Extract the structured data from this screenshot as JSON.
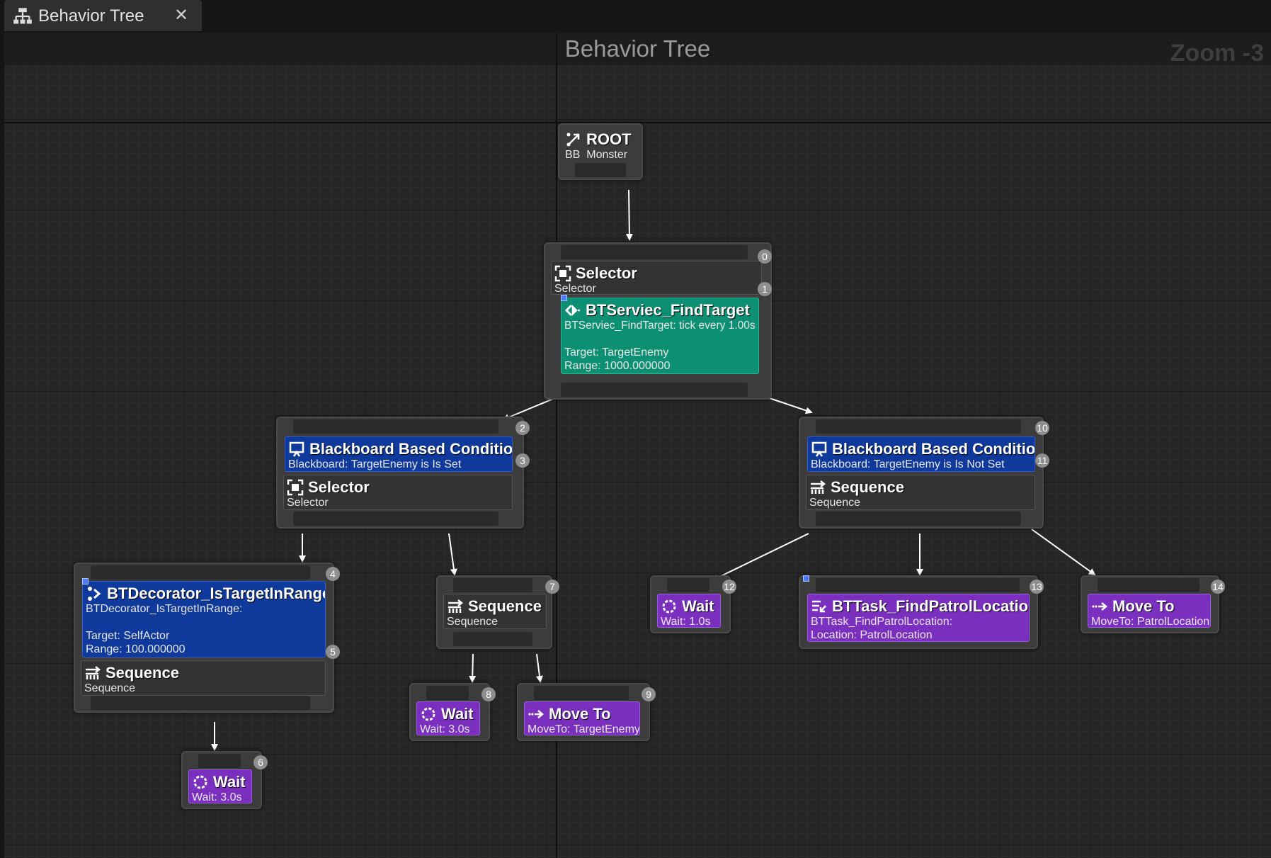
{
  "tab": {
    "title": "Behavior Tree",
    "close": "✕"
  },
  "graph": {
    "title": "Behavior Tree",
    "zoom": "Zoom -3"
  },
  "colors": {
    "task": "#7a2fbf",
    "decorator": "#0f3a9c",
    "service": "#0d8f74",
    "composite": "#333333"
  },
  "nodes": {
    "root": {
      "name": "ROOT",
      "sub": "BB_Monster",
      "icon": "root-icon"
    },
    "selector_main": {
      "name": "Selector",
      "sub": "Selector",
      "idx": "0",
      "idx2": "1",
      "icon": "selector-icon"
    },
    "service_find_target": {
      "name": "BTServiec_FindTarget",
      "line1": "BTServiec_FindTarget: tick every 1.00s",
      "line2": "Target: TargetEnemy",
      "line3": "Range: 1000.000000",
      "icon": "service-icon"
    },
    "bb_cond_set": {
      "name": "Blackboard Based Condition",
      "sub": "Blackboard: TargetEnemy is Is Set",
      "idx": "2",
      "icon": "blackboard-icon"
    },
    "selector_left": {
      "name": "Selector",
      "sub": "Selector",
      "idx": "3",
      "icon": "selector-icon"
    },
    "bb_cond_notset": {
      "name": "Blackboard Based Condition",
      "sub": "Blackboard: TargetEnemy is Is Not Set",
      "idx": "10",
      "icon": "blackboard-icon"
    },
    "sequence_right": {
      "name": "Sequence",
      "sub": "Sequence",
      "idx": "11",
      "icon": "sequence-icon"
    },
    "dec_in_range": {
      "name": "BTDecorator_IsTargetInRange",
      "line1": "BTDecorator_IsTargetInRange:",
      "line2": "Target: SelfActor",
      "line3": "Range: 100.000000",
      "idx": "4",
      "icon": "decorator-icon"
    },
    "sequence_in_range": {
      "name": "Sequence",
      "sub": "Sequence",
      "idx": "5",
      "icon": "sequence-icon"
    },
    "sequence_mid": {
      "name": "Sequence",
      "sub": "Sequence",
      "idx": "7",
      "icon": "sequence-icon"
    },
    "wait_6": {
      "name": "Wait",
      "sub": "Wait: 3.0s",
      "idx": "6",
      "icon": "wait-icon"
    },
    "wait_8": {
      "name": "Wait",
      "sub": "Wait: 3.0s",
      "idx": "8",
      "icon": "wait-icon"
    },
    "moveto_9": {
      "name": "Move To",
      "sub": "MoveTo: TargetEnemy",
      "idx": "9",
      "icon": "moveto-icon"
    },
    "wait_12": {
      "name": "Wait",
      "sub": "Wait: 1.0s",
      "idx": "12",
      "icon": "wait-icon"
    },
    "patrol_13": {
      "name": "BTTask_FindPatrolLocation",
      "line1": "BTTask_FindPatrolLocation:",
      "line2": "Location: PatrolLocation",
      "idx": "13",
      "icon": "task-icon"
    },
    "moveto_14": {
      "name": "Move To",
      "sub": "MoveTo: PatrolLocation",
      "idx": "14",
      "icon": "moveto-icon"
    }
  }
}
